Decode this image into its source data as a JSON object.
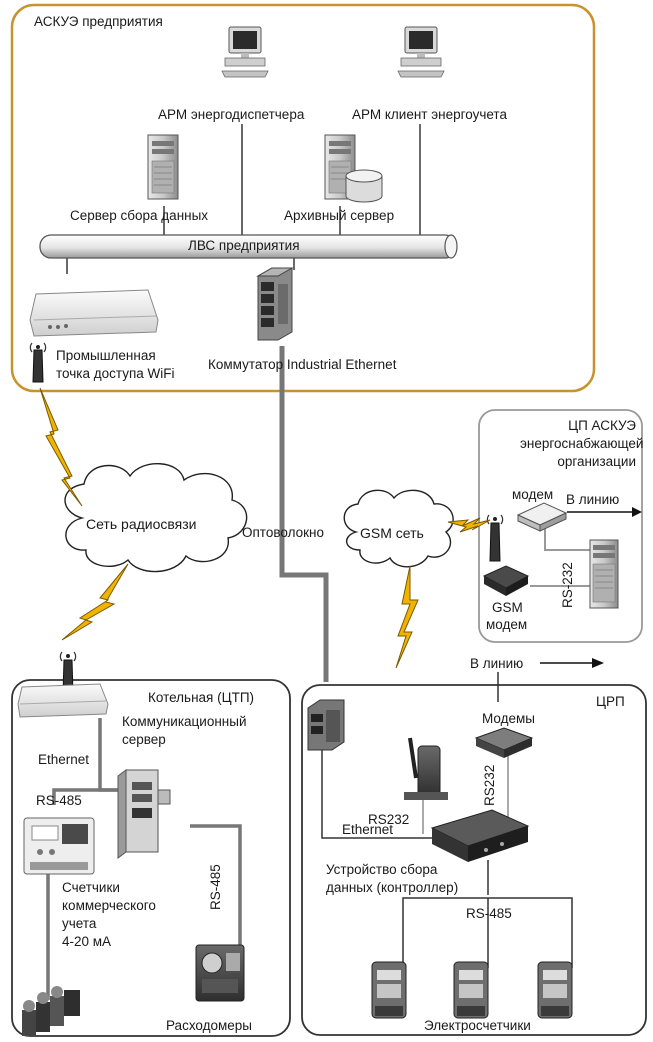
{
  "enterprise": {
    "title": "АСКУЭ предприятия",
    "arm_dispatcher": "АРМ энергодиспетчера",
    "arm_client": "АРМ клиент энергоучета",
    "data_server": "Сервер сбора данных",
    "archive_server": "Архивный сервер",
    "lan": "ЛВС предприятия",
    "wifi_line1": "Промышленная",
    "wifi_line2": "точка доступа WiFi",
    "switch": "Коммутатор Industrial Ethernet"
  },
  "network": {
    "radio_cloud": "Сеть радиосвязи",
    "fiber": "Оптоволокно",
    "gsm_cloud": "GSM сеть"
  },
  "supplier": {
    "title_line1": "ЦП АСКУЭ",
    "title_line2": "энергоснабжающей",
    "title_line3": "организации",
    "modem": "модем",
    "to_line": "В линию",
    "rs232": "RS-232",
    "gsm_modem_line1": "GSM",
    "gsm_modem_line2": "модем"
  },
  "boiler": {
    "title": "Котельная (ЦТП)",
    "comm_server_line1": "Коммуникационный",
    "comm_server_line2": "сервер",
    "ethernet": "Ethernet",
    "rs485": "RS-485",
    "rs485_vertical": "RS-485",
    "meters_line1": "Счетчики",
    "meters_line2": "коммерческого",
    "meters_line3": "учета",
    "meters_line4": "4-20 мА",
    "flowmeters": "Расходомеры"
  },
  "crp": {
    "title": "ЦРП",
    "to_line": "В линию",
    "modems": "Модемы",
    "rs232_left": "RS232",
    "rs232_vertical": "RS232",
    "ethernet": "Ethernet",
    "controller_line1": "Устройство сбора",
    "controller_line2": "данных (контроллер)",
    "rs485": "RS-485",
    "electricity_meters": "Электросчетчики"
  },
  "colors": {
    "enterprise_border": "#c8932f",
    "dark_border": "#333333",
    "gray_border": "#999999",
    "lightning": "#f0b400",
    "lightning_stroke": "#7a5a00",
    "fiber": "#777777",
    "cloud_fill": "#ffffff"
  }
}
